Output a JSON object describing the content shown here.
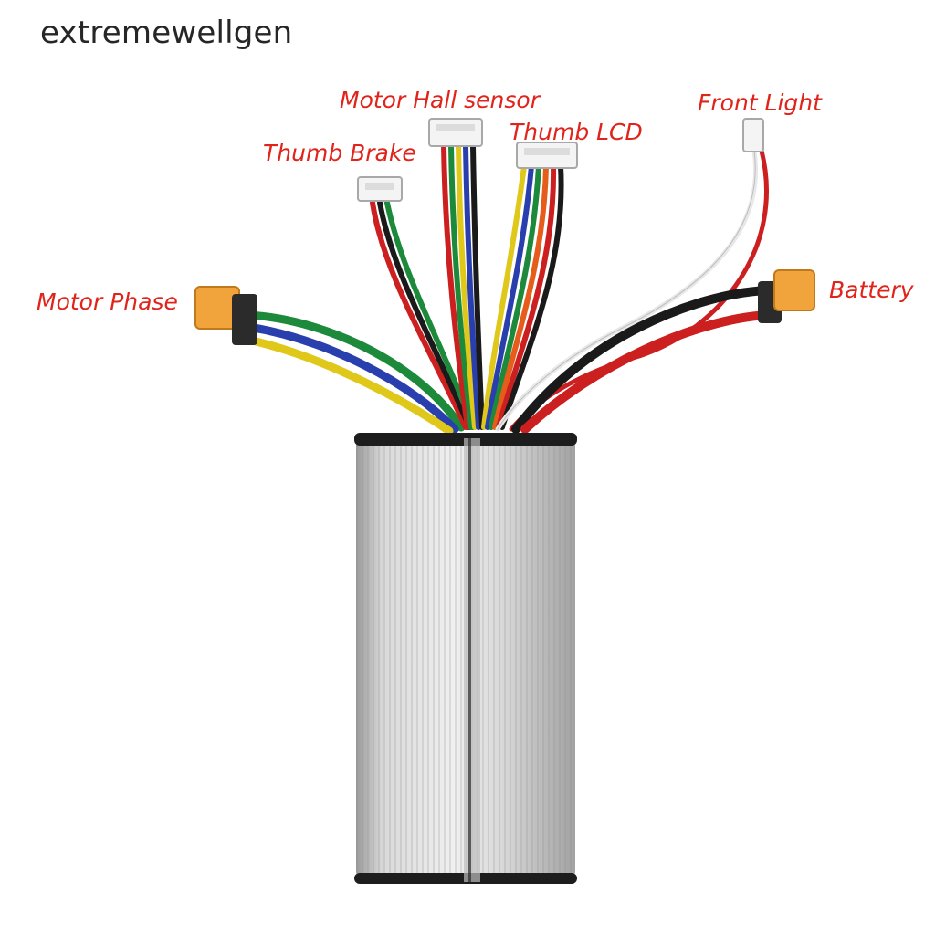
{
  "watermark": "extremewellgen",
  "labels": {
    "motor_hall_sensor": "Motor Hall sensor",
    "front_light": "Front Light",
    "thumb_brake": "Thumb Brake",
    "thumb_lcd": "Thumb LCD",
    "motor_phase": "Motor Phase",
    "battery": "Battery"
  },
  "colors": {
    "label": "#e0241b",
    "watermark": "#262626",
    "connector_xt": "#f2a43c",
    "housing": "#c9c9c9"
  }
}
